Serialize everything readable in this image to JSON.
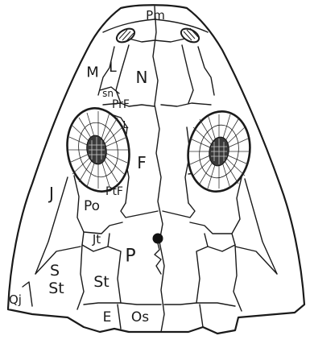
{
  "labels": {
    "premaxilla": "Pm",
    "maxilla": "M",
    "lacrimal": "L",
    "nasal": "N",
    "septomaxilla": "sn",
    "prefrontal": "PrF",
    "lacrimal_small": "L",
    "frontal": "F",
    "jugal": "J",
    "postorbital": "Po",
    "postfrontal": "PtF",
    "intertemporal": "Jt",
    "parietal": "P",
    "supratemporal": "St",
    "squamosal": "S",
    "squamosal_st": "St",
    "quadratojugal": "Qj",
    "tabular": "E",
    "postparietal": "Os"
  }
}
